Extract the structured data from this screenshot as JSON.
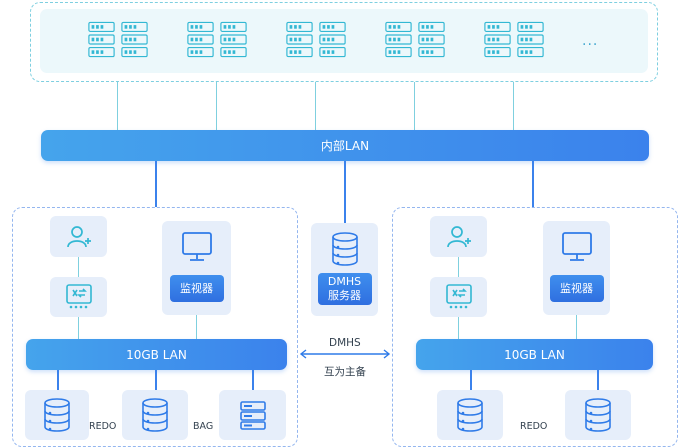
{
  "internal_lan": {
    "label": "内部LAN"
  },
  "server_row": {
    "more": "..."
  },
  "left_cluster": {
    "lan_label": "10GB LAN",
    "monitor_label": "监视器",
    "redo_label": "REDO",
    "bag_label": "BAG"
  },
  "right_cluster": {
    "lan_label": "10GB LAN",
    "monitor_label": "监视器",
    "redo_label": "REDO"
  },
  "dmhs": {
    "server_label_line1": "DMHS",
    "server_label_line2": "服务器",
    "link_label_top": "DMHS",
    "link_label_bottom": "互为主备"
  },
  "colors": {
    "accent_blue": "#3b82ec",
    "teal_line": "#7fd0df",
    "panel_bg": "#ecf8fb",
    "node_bg": "#e6eefa"
  }
}
